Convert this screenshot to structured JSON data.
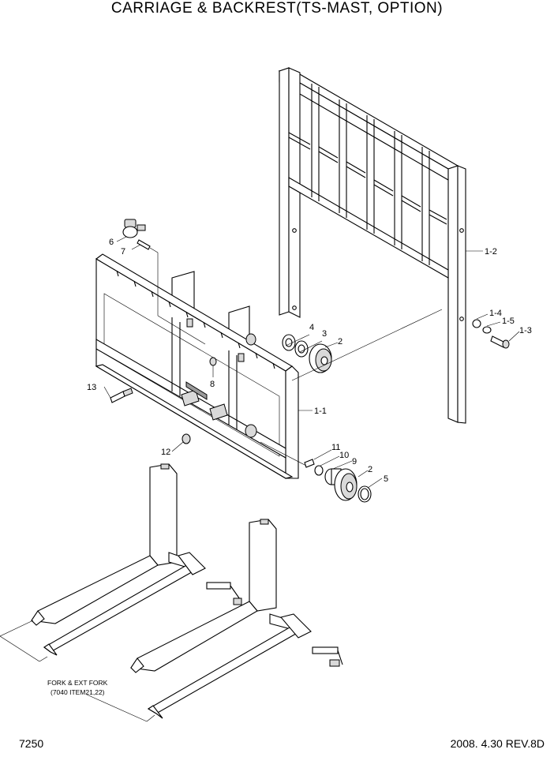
{
  "page": {
    "title": "CARRIAGE & BACKREST(TS-MAST, OPTION)",
    "page_number": "7250",
    "date_revision": "2008. 4.30  REV.8D"
  },
  "labels": {
    "l6": "6",
    "l7": "7",
    "l4": "4",
    "l3": "3",
    "l2a": "2",
    "l8": "8",
    "l13": "13",
    "l1_1": "1-1",
    "l1_2": "1-2",
    "l1_4": "1-4",
    "l1_5": "1-5",
    "l1_3": "1-3",
    "l12": "12",
    "l11": "11",
    "l10": "10",
    "l9": "9",
    "l2b": "2",
    "l5": "5"
  },
  "fork_note": {
    "line1": "FORK & EXT FORK",
    "line2": "(7040 ITEM21,22)"
  }
}
